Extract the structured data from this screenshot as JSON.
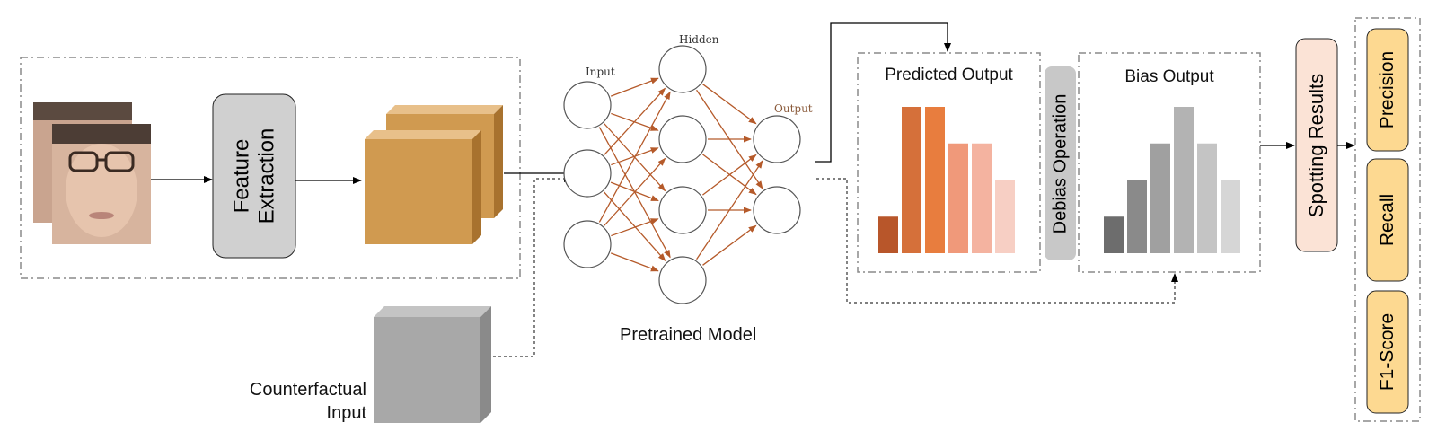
{
  "feature_extraction": {
    "line1": "Feature",
    "line2": "Extraction"
  },
  "network": {
    "input_label": "Input",
    "hidden_label": "Hidden",
    "output_label": "Output",
    "caption": "Pretrained Model"
  },
  "counterfactual": {
    "line1": "Counterfactual",
    "line2": "Input"
  },
  "predicted_output": {
    "title": "Predicted Output",
    "bars": [
      0.25,
      1.0,
      1.0,
      0.75,
      0.75,
      0.5
    ],
    "colors": [
      "#b8562a",
      "#d5703a",
      "#e87d3e",
      "#f0997a",
      "#f4b3a0",
      "#f7cfc4"
    ]
  },
  "debias": {
    "label": "Debias Operation"
  },
  "bias_output": {
    "title": "Bias Output",
    "bars": [
      0.25,
      0.5,
      0.75,
      1.0,
      0.75,
      0.5
    ],
    "colors": [
      "#6d6d6d",
      "#8a8a8a",
      "#a0a0a0",
      "#b3b3b3",
      "#c4c4c4",
      "#d6d6d6"
    ]
  },
  "spotting_results": {
    "label": "Spotting Results"
  },
  "metrics": [
    "Precision",
    "Recall",
    "F1-Score"
  ],
  "colors": {
    "edge": "#b55a2a",
    "cube_front": "#d09a50",
    "feature_box": "#d0d0d0",
    "debias_box": "#c8c8c8",
    "spotting_box": "#fbe3d6",
    "metric_box": "#fdd991",
    "cube_gray": "#a8a8a8"
  }
}
